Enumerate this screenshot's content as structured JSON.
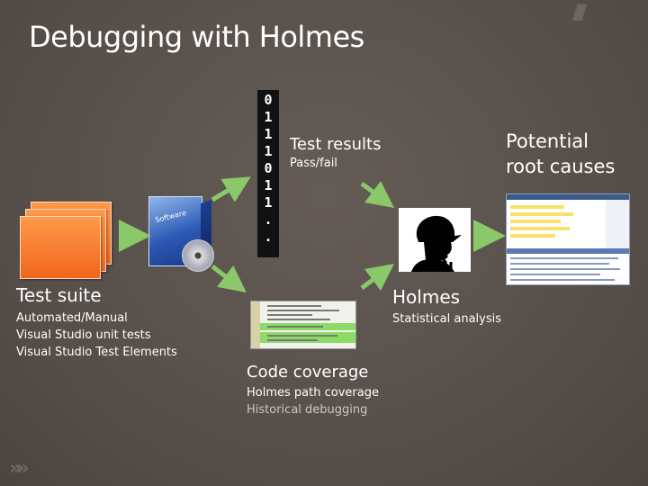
{
  "title": "Debugging with Holmes",
  "binary_digits": [
    "0",
    "1",
    "1",
    "1",
    "0",
    "1",
    "1",
    ".",
    "."
  ],
  "test_results": {
    "heading": "Test results",
    "sub": "Pass/fail"
  },
  "root_causes": {
    "line1": "Potential",
    "line2": "root causes"
  },
  "test_suite": {
    "heading": "Test suite",
    "lines": [
      "Automated/Manual",
      "Visual Studio unit tests",
      "Visual Studio Test Elements"
    ]
  },
  "holmes": {
    "heading": "Holmes",
    "sub": "Statistical analysis"
  },
  "code_coverage": {
    "heading": "Code coverage",
    "lines": [
      "Holmes path coverage",
      "Historical debugging"
    ]
  },
  "colors": {
    "background": "#5a524d",
    "arrow_green": "#8bc86a",
    "page_orange": "#f0651b",
    "muted_text": "#c8c8c8"
  },
  "icons": [
    "arrow-right-icon",
    "arrow-up-right-icon",
    "arrow-down-right-icon",
    "sherlock-icon",
    "software-box-icon",
    "cd-icon",
    "document-stack-icon"
  ]
}
